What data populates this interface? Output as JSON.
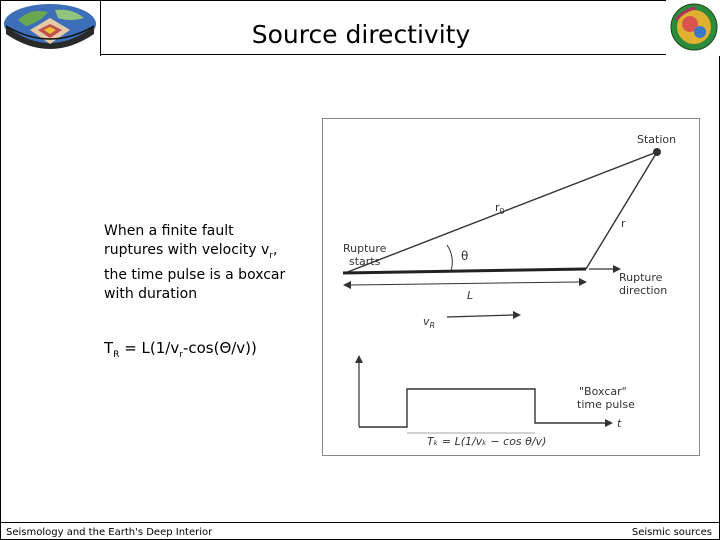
{
  "slide": {
    "title": "Source directivity",
    "body_lines": [
      "When a finite fault",
      "ruptures with velocity v",
      "the time pulse is a boxcar",
      "with duration"
    ],
    "body_sub": "r",
    "body_sub_suffix": ",",
    "formula_prefix": "T",
    "formula_sub": "R",
    "formula_rest": " = L(1/v",
    "formula_sub2": "r",
    "formula_rest2": "-cos(Θ/v))"
  },
  "figure": {
    "station_label": "Station",
    "r0_label": "r",
    "r0_sub": "0",
    "r_label": "r",
    "theta_label": "θ",
    "rupture_starts_line1": "Rupture",
    "rupture_starts_line2": "starts",
    "rupture_direction_line1": "Rupture",
    "rupture_direction_line2": "direction",
    "L_label": "L",
    "vr_label": "v",
    "vr_sub": "R",
    "boxcar_line1": "\"Boxcar\"",
    "boxcar_line2": "time pulse",
    "t_label": "t",
    "tr_formula": "Tₖ = L(1/vₖ − cos θ/v)"
  },
  "footer": {
    "left": "Seismology and the Earth's Deep Interior",
    "right": "Seismic sources"
  },
  "icons": {
    "left_logo": "earth-cutaway-logo-icon",
    "right_logo": "tomography-globe-icon"
  }
}
